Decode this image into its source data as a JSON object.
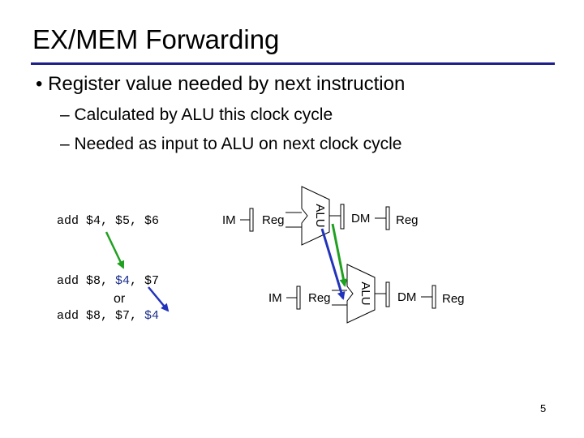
{
  "title": "EX/MEM Forwarding",
  "bullet": "• Register value needed by next instruction",
  "subbullets": [
    "– Calculated by ALU this clock cycle",
    "– Needed as input to ALU on next clock cycle"
  ],
  "instr1": {
    "op": "add $4, ",
    "a": "$5, ",
    "b": "$6"
  },
  "instr2": {
    "op": "add $8, ",
    "a": "$4",
    "sep": ", ",
    "b": "$7"
  },
  "or": "or",
  "instr3": {
    "op": "add $8, ",
    "a": "$7, ",
    "b": "$4"
  },
  "stages": {
    "im": "IM",
    "reg": "Reg",
    "alu": "ALU",
    "dm": "DM"
  },
  "colors": {
    "rule": "#1f1f8c",
    "green": "#1fa01f",
    "blue": "#2233bb",
    "code_blue": "#1a2e8a"
  },
  "page_number": "5"
}
